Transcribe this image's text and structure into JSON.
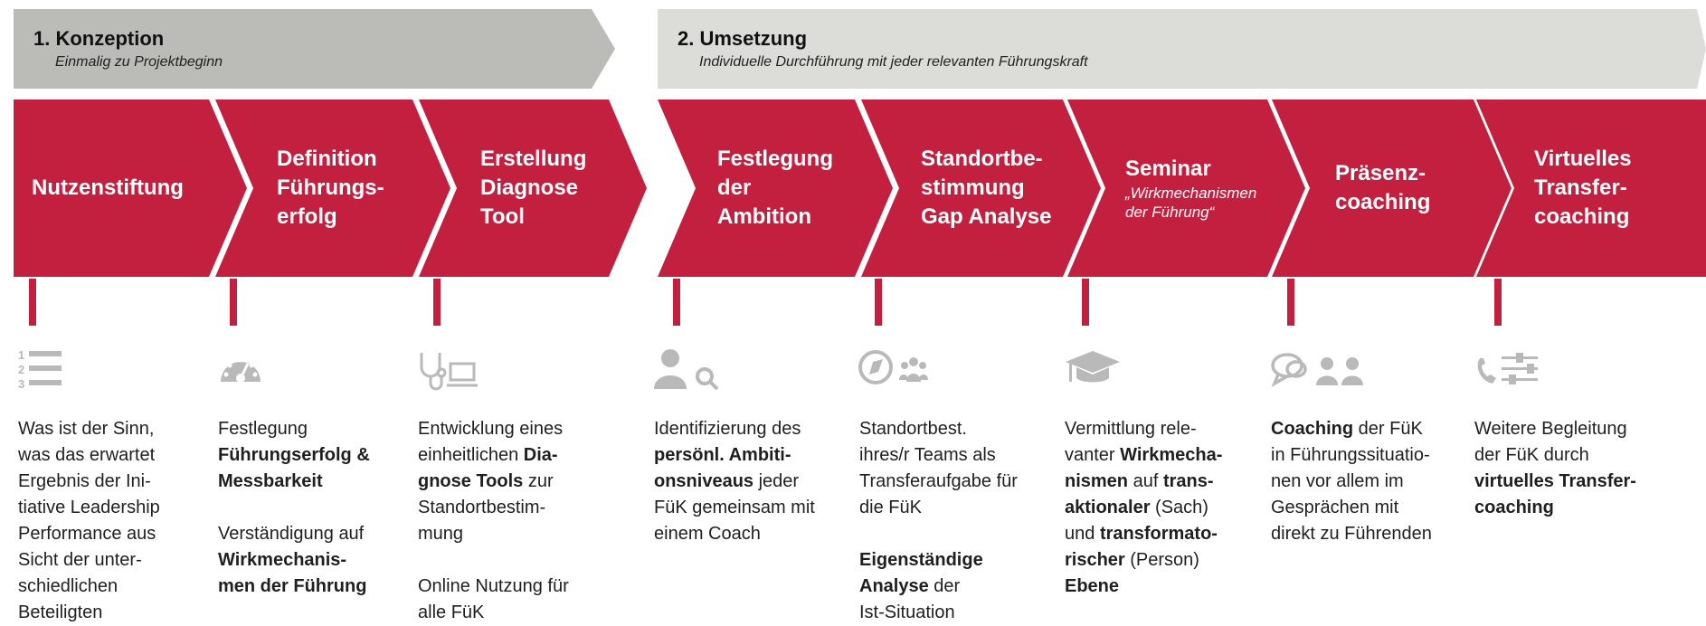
{
  "phases": [
    {
      "title": "1. Konzeption",
      "subtitle": "Einmalig zu Projektbeginn"
    },
    {
      "title": "2. Umsetzung",
      "subtitle": "Individuelle Durchführung mit jeder relevanten Führungskraft"
    }
  ],
  "steps": [
    {
      "label": [
        "Nutzenstiftung"
      ],
      "icon": "numbered-list-icon",
      "desc": [
        [
          "Was ist der Sinn,"
        ],
        [
          "was das erwartet"
        ],
        [
          "Ergebnis der Ini-"
        ],
        [
          "tiative Leadership"
        ],
        [
          "Performance aus"
        ],
        [
          "Sicht der unter-"
        ],
        [
          "schiedlichen"
        ],
        [
          "Beteiligten"
        ]
      ]
    },
    {
      "label": [
        "Definition",
        "Führungs-",
        "erfolg"
      ],
      "icon": "gauge-icon",
      "desc": [
        [
          "Festlegung"
        ],
        [
          "*Führungserfolg &"
        ],
        [
          "*Messbarkeit"
        ],
        [
          ""
        ],
        [
          "Verständigung auf"
        ],
        [
          "*Wirkmechanis-"
        ],
        [
          "*men der Führung"
        ]
      ]
    },
    {
      "label": [
        "Erstellung",
        "Diagnose",
        "Tool"
      ],
      "icon": "stethoscope-laptop-icon",
      "desc": [
        [
          "Entwicklung eines"
        ],
        [
          "einheitlichen ",
          "*Dia-"
        ],
        [
          "*gnose Tools",
          " zur"
        ],
        [
          "Standortbestim-"
        ],
        [
          "mung"
        ],
        [
          ""
        ],
        [
          "Online Nutzung für"
        ],
        [
          "alle FüK"
        ]
      ]
    },
    {
      "label": [
        "Festlegung",
        "der",
        "Ambition"
      ],
      "icon": "user-search-icon",
      "desc": [
        [
          "Identifizierung des"
        ],
        [
          "*persönl. Ambiti-"
        ],
        [
          "*onsniveaus",
          " jeder"
        ],
        [
          "FüK gemeinsam mit"
        ],
        [
          "einem Coach"
        ]
      ]
    },
    {
      "label": [
        "Standortbe-",
        "stimmung",
        "Gap Analyse"
      ],
      "icon": "compass-team-icon",
      "desc": [
        [
          "Standortbest."
        ],
        [
          "ihres/r Teams als"
        ],
        [
          "Transferaufgabe für"
        ],
        [
          "die FüK"
        ],
        [
          ""
        ],
        [
          "*Eigenständige"
        ],
        [
          "*Analyse",
          " der"
        ],
        [
          "Ist-Situation"
        ]
      ]
    },
    {
      "label": [
        "Seminar"
      ],
      "sublabel": [
        "„Wirkmechanismen",
        "der Führung“"
      ],
      "icon": "graduation-cap-icon",
      "desc": [
        [
          "Vermittlung rele-"
        ],
        [
          "vanter ",
          "*Wirkmecha-"
        ],
        [
          "*nismen",
          " auf ",
          "*trans-"
        ],
        [
          "*aktionaler",
          " (Sach)"
        ],
        [
          "und ",
          "*transformato-"
        ],
        [
          "*rischer",
          " (Person)"
        ],
        [
          "*Ebene"
        ]
      ]
    },
    {
      "label": [
        "Präsenz-",
        "coaching"
      ],
      "icon": "chat-people-icon",
      "desc": [
        [
          "*Coaching",
          " der FüK"
        ],
        [
          "in Führungssituatio-"
        ],
        [
          "nen vor allem im"
        ],
        [
          "Gesprächen mit"
        ],
        [
          "direkt zu Führenden"
        ]
      ]
    },
    {
      "label": [
        "Virtuelles",
        "Transfer-",
        "coaching"
      ],
      "icon": "phone-sliders-icon",
      "desc": [
        [
          "Weitere Begleitung"
        ],
        [
          "der FüK durch"
        ],
        [
          "*virtuelles Transfer-"
        ],
        [
          "*coaching"
        ]
      ]
    }
  ],
  "colors": {
    "accent": "#c3203f",
    "banner1": "#bbbbb7",
    "banner2": "#dcdcd8",
    "icon": "#b9b9b9"
  }
}
